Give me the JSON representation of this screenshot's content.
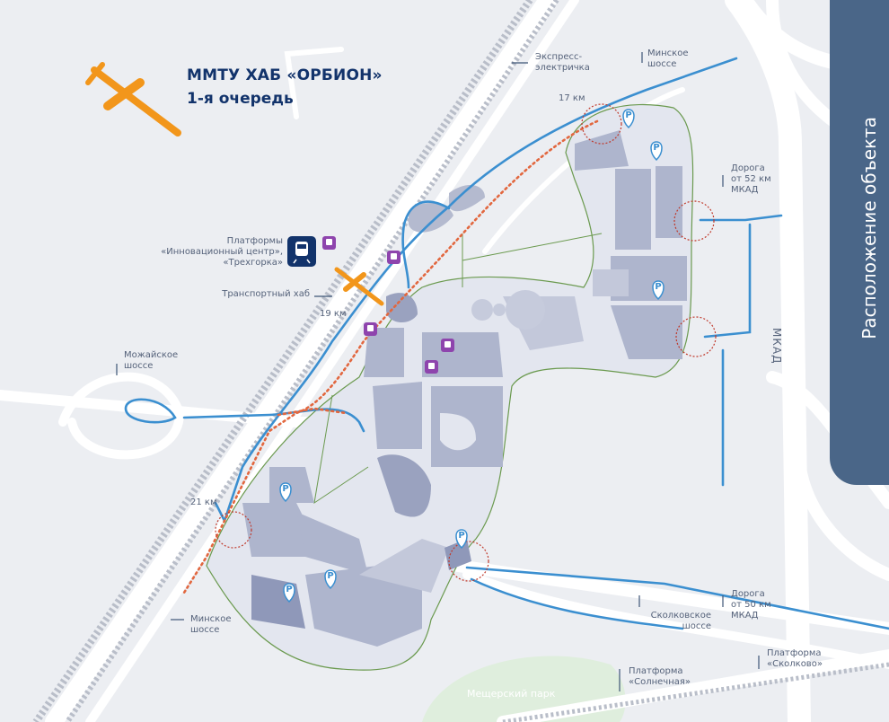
{
  "title": {
    "line1": "ММТУ ХАБ «ОРБИОН»",
    "line2": "1-я очередь"
  },
  "side_tab": {
    "label": "Расположение объекта",
    "color": "#4a6688"
  },
  "labels": {
    "express": "Экспресс-\nэлектричка",
    "minskoe_top": "Минское\nшоссе",
    "platforms": "Платформы\n«Инновационный центр»,\n«Трехгорка»",
    "transport_hub": "Транспортный хаб",
    "mozhayskoe": "Можайское\nшоссе",
    "road52": "Дорога\nот 52 км\nМКАД",
    "road50": "Дорога\nот 50 км\nМКАД",
    "skolkovskoe": "Сколковское\nшоссе",
    "minskoe_bottom": "Минское\nшоссе",
    "solnechnaya": "Платформа\n«Солнечная»",
    "skolkovo": "Платформа\n«Сколково»",
    "mkad": "МКАД",
    "park": "Мещерский парк"
  },
  "km_marks": {
    "km17": "17 км",
    "km19": "19 км",
    "km21": "21 км"
  },
  "icons": {
    "parking": "parking-pin-icon",
    "train": "train-icon",
    "metro": "metro-icon",
    "bus": "bus-icon",
    "airport": "plane-icon"
  },
  "colors": {
    "route": "#3b8fd0",
    "dotted": "#e2673f",
    "orange": "#f2961b",
    "building": "#aeb5cd",
    "building_dark": "#8f98b9",
    "road": "#ffffff",
    "park": "#dfeedd",
    "title": "#12336b"
  }
}
